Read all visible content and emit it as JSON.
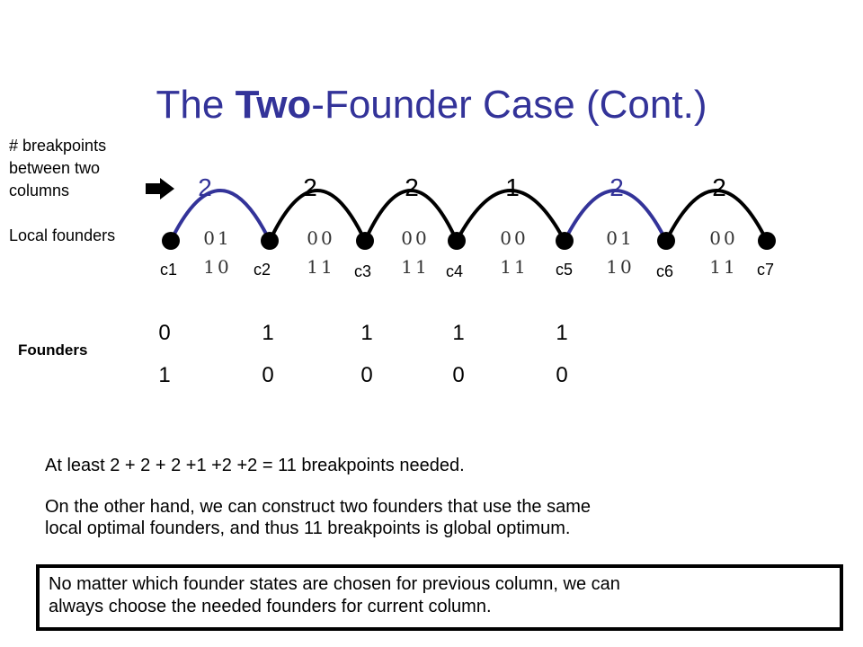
{
  "title": {
    "pre": "The ",
    "bold": "Two",
    "post": "-Founder Case (Cont.)"
  },
  "labels": {
    "breakpoints_label": [
      "# breakpoints",
      "between two",
      "columns"
    ],
    "local_founders": "Local founders",
    "founders": "Founders"
  },
  "colors": {
    "title": "#333399",
    "highlight": "#333399",
    "arc_default": "#000000",
    "node": "#000000"
  },
  "breakpoints": [
    {
      "value": "2",
      "highlight": true
    },
    {
      "value": "2",
      "highlight": false
    },
    {
      "value": "2",
      "highlight": false
    },
    {
      "value": "1",
      "highlight": false
    },
    {
      "value": "2",
      "highlight": true
    },
    {
      "value": "2",
      "highlight": false
    }
  ],
  "columns": [
    "c1",
    "c2",
    "c3",
    "c4",
    "c5",
    "c6",
    "c7"
  ],
  "local_founders": [
    {
      "top": "01",
      "bottom": "10"
    },
    {
      "top": "00",
      "bottom": "11"
    },
    {
      "top": "00",
      "bottom": "11"
    },
    {
      "top": "00",
      "bottom": "11"
    },
    {
      "top": "01",
      "bottom": "10"
    },
    {
      "top": "00",
      "bottom": "11"
    }
  ],
  "founder_values": [
    {
      "top": "0",
      "bottom": "1"
    },
    {
      "top": "1",
      "bottom": "0"
    },
    {
      "top": "1",
      "bottom": "0"
    },
    {
      "top": "1",
      "bottom": "0"
    },
    {
      "top": "1",
      "bottom": "0"
    }
  ],
  "text": {
    "line1": "At least 2 + 2 + 2 +1 +2 +2 = 11 breakpoints needed.",
    "line2a": "On the other hand, we can construct two founders that use the same",
    "line2b": "local optimal founders, and thus 11 breakpoints is global optimum.",
    "box_a": "No matter which founder states are chosen for previous column, we can",
    "box_b": "always choose the needed founders for current column."
  }
}
